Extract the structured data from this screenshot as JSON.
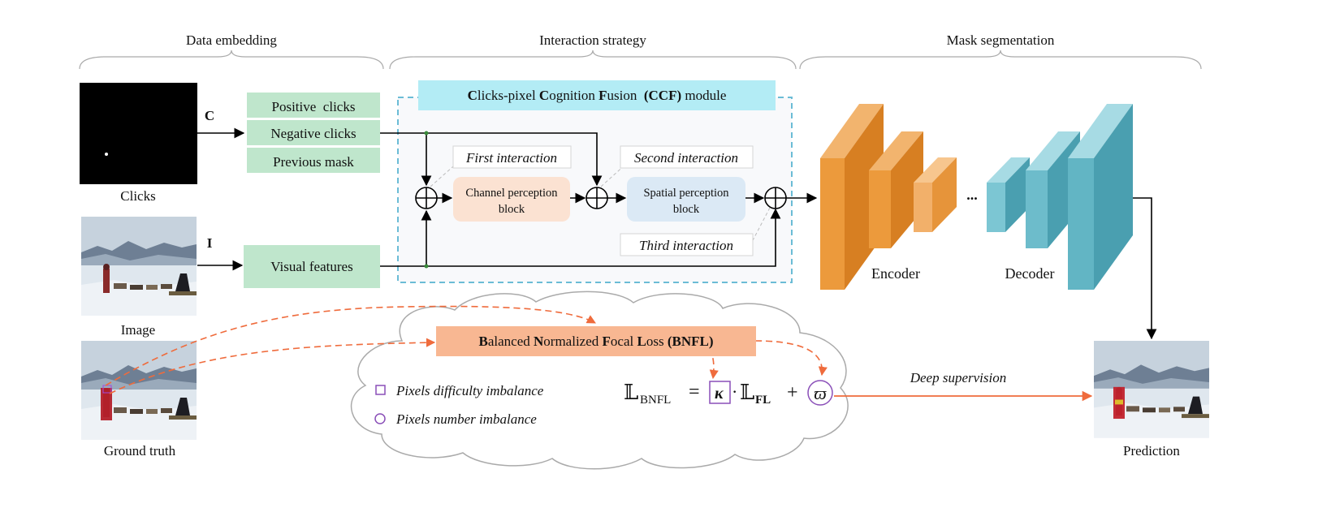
{
  "sections": {
    "data_embedding": "Data embedding",
    "interaction_strategy": "Interaction strategy",
    "mask_segmentation": "Mask segmentation"
  },
  "inputs": {
    "clicks_caption": "Clicks",
    "image_caption": "Image",
    "gt_caption": "Ground truth",
    "c_symbol": "C",
    "i_symbol": "I"
  },
  "embedding": {
    "positive": "Positive  clicks",
    "negative": "Negative clicks",
    "previous": "Previous mask",
    "visual": "Visual features"
  },
  "ccf": {
    "title_parts": [
      "C",
      "licks-pixel ",
      "C",
      "ognition ",
      "F",
      "usion  ",
      "(CCF)",
      " module"
    ],
    "first": "First interaction",
    "second": "Second interaction",
    "third": "Third interaction",
    "channel_l1": "Channel perception",
    "channel_l2": "block",
    "spatial_l1": "Spatial perception",
    "spatial_l2": "block"
  },
  "network": {
    "encoder": "Encoder",
    "decoder": "Decoder",
    "ellipsis": "...",
    "prediction": "Prediction"
  },
  "bnfl": {
    "title_parts": [
      "B",
      "alanced ",
      "N",
      "ormalized ",
      "F",
      "ocal ",
      "L",
      "oss ",
      "(BNFL)"
    ],
    "legend_square": "Pixels difficulty imbalance",
    "legend_circle": "Pixels number imbalance",
    "formula": {
      "lhs": "𝕃",
      "lhs_sub": "BNFL",
      "eq": "=",
      "kappa": "κ",
      "dot": "·",
      "fl": "𝕃",
      "fl_sub": "FL",
      "plus": "+",
      "varpi": "ϖ"
    },
    "deep_supervision": "Deep supervision"
  },
  "colors": {
    "green_box": "#bfe6cc",
    "cyan_title": "#b3ecf5",
    "dashed_border": "#6bbcd6",
    "channel_block": "#fbe2d2",
    "spatial_block": "#dbe9f5",
    "encoder": "#ec9a3c",
    "decoder": "#62b5c4",
    "bnfl_box": "#f8b792",
    "orange_arrow": "#ef6b3c",
    "purple": "#8a4fb8"
  }
}
